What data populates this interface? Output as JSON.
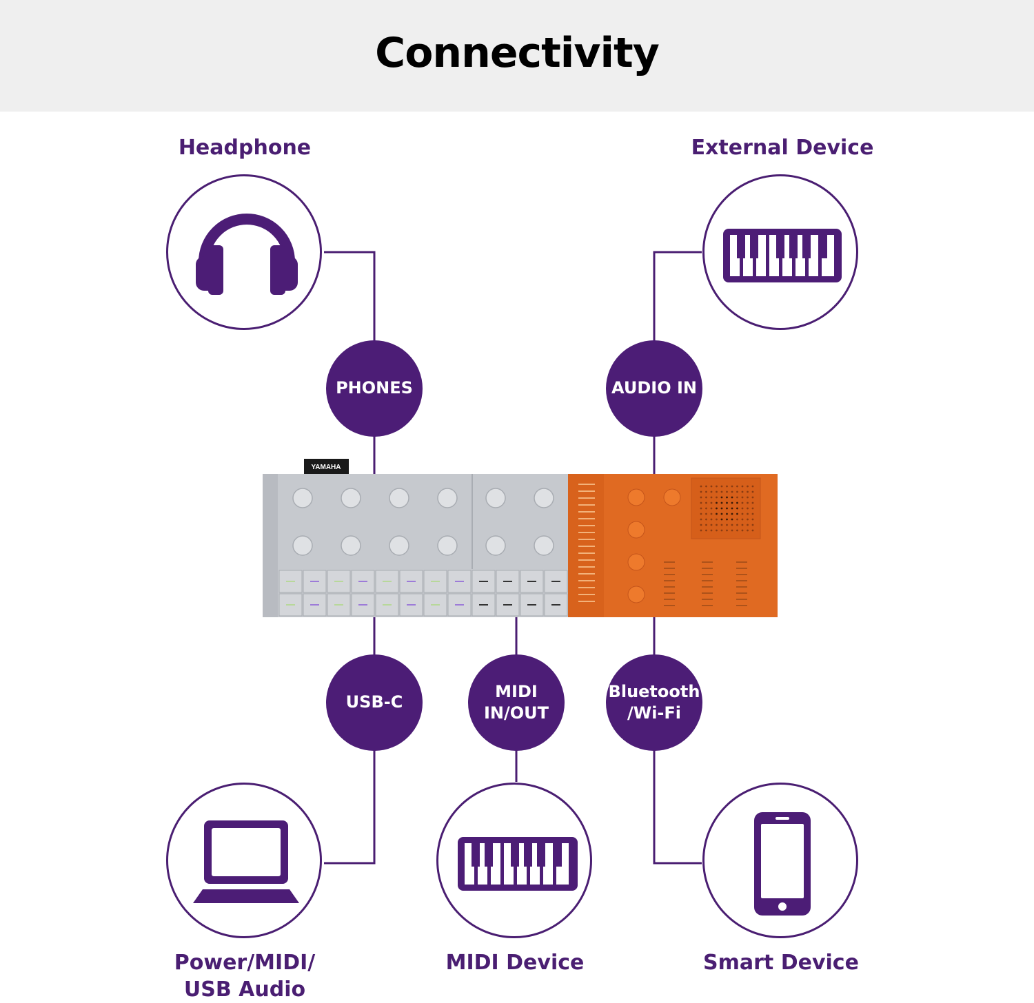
{
  "title": "Connectivity",
  "device": {
    "brand": "YAMAHA"
  },
  "labels": {
    "headphone": "Headphone",
    "external_device": "External Device",
    "power_midi_usb": "Power/MIDI/\nUSB Audio",
    "midi_device": "MIDI Device",
    "smart_device": "Smart Device"
  },
  "ports": {
    "phones": "PHONES",
    "audio_in": "AUDIO IN",
    "usb_c": "USB-C",
    "midi_in_out": "MIDI\nIN/OUT",
    "bluetooth_wifi": "Bluetooth\n/Wi-Fi"
  },
  "colors": {
    "purple": "#4c1d76",
    "header_bg": "#efefef",
    "device_gray": "#c6c9ce",
    "device_orange": "#e06a22"
  },
  "icons": [
    "headphone-icon",
    "keyboard-icon",
    "laptop-icon",
    "midi-keyboard-icon",
    "smartphone-icon"
  ]
}
